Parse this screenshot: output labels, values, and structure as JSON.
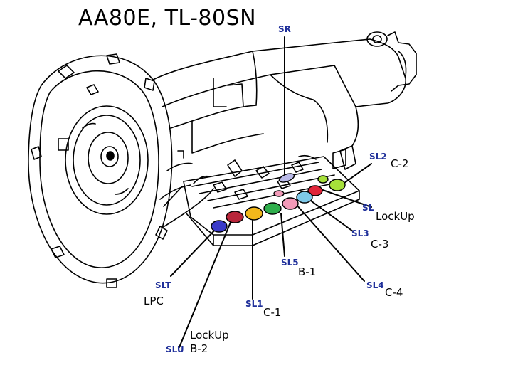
{
  "title": "AA80E, TL-80SN",
  "solenoids": [
    {
      "code": "SR",
      "functions": [],
      "color": "#b9b9e8"
    },
    {
      "code": "SL2",
      "functions": [
        "C-2"
      ],
      "color": "#a6e03a"
    },
    {
      "code": "SL",
      "functions": [
        "LockUp"
      ],
      "color": "#e0263a"
    },
    {
      "code": "SL3",
      "functions": [
        "C-3"
      ],
      "color": "#7ec8e8"
    },
    {
      "code": "SL4",
      "functions": [
        "C-4"
      ],
      "color": "#f29ab8"
    },
    {
      "code": "SL5",
      "functions": [
        "B-1"
      ],
      "color": "#2fae4c"
    },
    {
      "code": "SL1",
      "functions": [
        "C-1"
      ],
      "color": "#f2b81c"
    },
    {
      "code": "SLU",
      "functions": [
        "LockUp",
        "B-2"
      ],
      "color": "#b8263a"
    },
    {
      "code": "SLT",
      "functions": [
        "LPC"
      ],
      "color": "#3a3ac8"
    }
  ]
}
